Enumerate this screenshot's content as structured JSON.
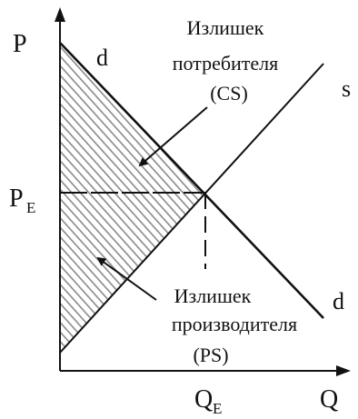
{
  "axes": {
    "y_label": "P",
    "x_label": "Q",
    "price_equilibrium": {
      "main": "P",
      "sub": "E"
    },
    "quantity_equilibrium": {
      "main": "Q",
      "sub": "E"
    }
  },
  "curves": {
    "demand_top": "d",
    "demand_bottom": "d",
    "supply": "s"
  },
  "consumer_surplus": {
    "line1": "Излишек",
    "line2": "потребителя",
    "line3": "(CS)"
  },
  "producer_surplus": {
    "line1": "Излишек",
    "line2": "производителя",
    "line3": "(PS)"
  },
  "colors": {
    "ink": "#111111",
    "hatch": "#8a8a8a",
    "background": "#ffffff"
  }
}
